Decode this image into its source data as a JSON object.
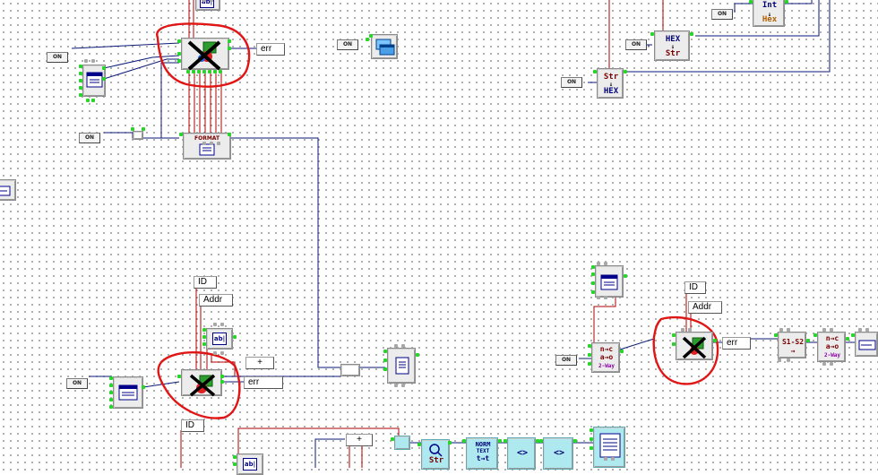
{
  "buttons": {
    "on_label": "ON"
  },
  "labels": {
    "err": "err",
    "id": "ID",
    "addr": "Addr",
    "plus": "+",
    "format": "FORMAT"
  },
  "converters": {
    "int_top": "Int",
    "int_bottom": "Hex",
    "hex_top": "HEX",
    "hex_bottom": "Str",
    "str_top": "Str",
    "str_bottom": "HEX",
    "s1s2": "S1-S2",
    "norm": "NORM",
    "norm_sub": "TEXT",
    "norm_ex": "t→t",
    "ang1": "<>",
    "ang2": "<>",
    "search_sub": "Str",
    "mux_line1": "n→c",
    "mux_line2": "a→o",
    "mux_way": "2-Way",
    "textfield": "ab|"
  },
  "colors": {
    "annotation": "#e01515",
    "wire_blue": "#0a1a7a",
    "wire_red": "#b00000",
    "pin_green": "#2bd42b",
    "pin_grey": "#a8a8a8"
  }
}
